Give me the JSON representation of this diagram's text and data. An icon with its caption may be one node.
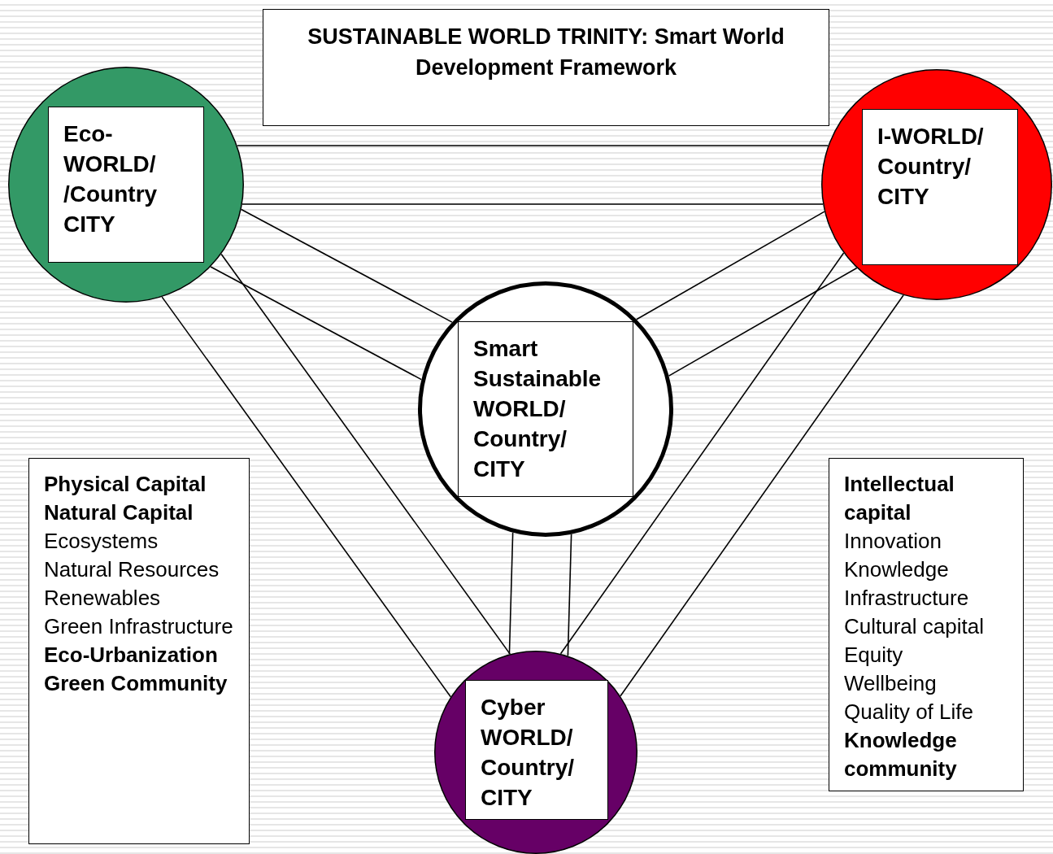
{
  "diagram": {
    "title": "SUSTAINABLE WORLD TRINITY: Smart World Development Framework",
    "nodes": [
      {
        "text": [],
        "shape": "circle"
      },
      {
        "text": [
          "Eco-WORLD/ /Country CITY"
        ],
        "in": 0
      },
      {
        "text": [],
        "shape": "circle"
      },
      {
        "text": [
          "I-WORLD/ Country/ CITY"
        ],
        "in": 2
      },
      {
        "text": [],
        "shape": "circle"
      },
      {
        "text": [
          "Smart Sustainable WORLD/ Country/ CITY"
        ],
        "in": 4
      },
      {
        "text": [
          "Physical Capital",
          "Natural Capital",
          "Ecosystems",
          "Natural Resources",
          "Renewables",
          "Green Infrastructure",
          "Eco-Urbanization",
          "Green Community"
        ]
      },
      {
        "text": [
          "Intellectual capital",
          "Innovation",
          "Knowledge",
          "Infrastructure",
          "Cultural capital",
          "Equity",
          "Wellbeing",
          "Quality of Life",
          "Knowledge community"
        ]
      },
      {
        "text": [],
        "shape": "circle"
      },
      {
        "text": [
          "Cyber WORLD/ Country/ CITY"
        ],
        "in": 8
      }
    ],
    "edges": [
      {
        "from": 0,
        "to": 2,
        "arrow": "none"
      },
      {
        "from": 0,
        "to": 2,
        "arrow": "none"
      },
      {
        "from": 0,
        "to": 4,
        "arrow": "none"
      },
      {
        "from": 0,
        "to": 4,
        "arrow": "none"
      },
      {
        "from": 2,
        "to": 4,
        "arrow": "none"
      },
      {
        "from": 2,
        "to": 4,
        "arrow": "none"
      },
      {
        "from": 0,
        "to": 8,
        "arrow": "none"
      },
      {
        "from": 0,
        "to": 8,
        "arrow": "none"
      },
      {
        "from": 2,
        "to": 8,
        "arrow": "none"
      },
      {
        "from": 2,
        "to": 8,
        "arrow": "none"
      },
      {
        "from": 4,
        "to": 8,
        "arrow": "none"
      },
      {
        "from": 4,
        "to": 8,
        "arrow": "none"
      }
    ]
  }
}
